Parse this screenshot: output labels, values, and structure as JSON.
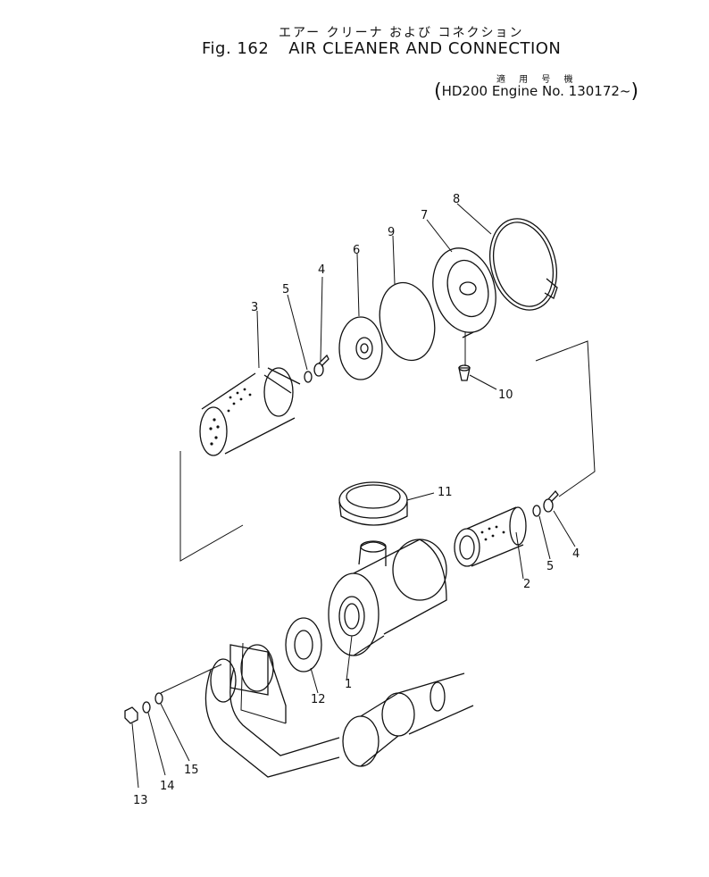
{
  "header": {
    "title_jp": "エアー クリーナ および コネクション",
    "fig_label": "Fig. 162",
    "title_en": "AIR CLEANER AND CONNECTION",
    "applicability_jp": "適 用 号 機",
    "applicability_en": "HD200 Engine No. 130172~"
  },
  "callouts": [
    "1",
    "2",
    "3",
    "4",
    "5",
    "6",
    "7",
    "8",
    "9",
    "10",
    "11",
    "12",
    "13",
    "14",
    "15"
  ],
  "callouts_repeat": {
    "four_b": "4",
    "five_b": "5"
  }
}
